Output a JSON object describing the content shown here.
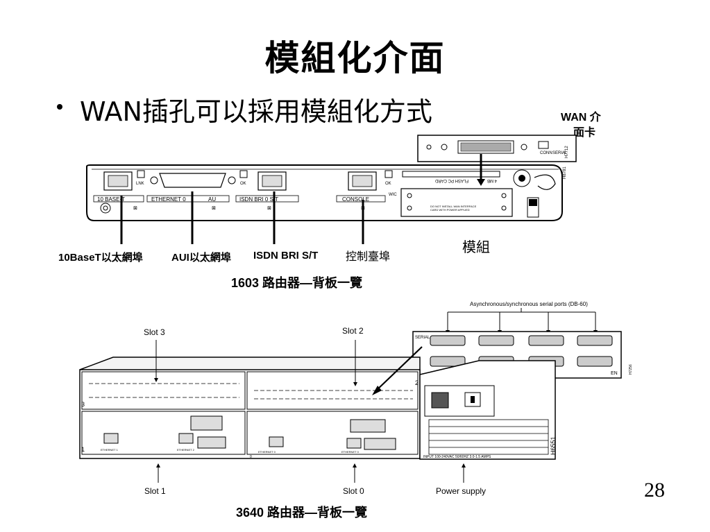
{
  "slide": {
    "title": "模組化介面",
    "bullet": "WAN插孔可以採用模組化方式",
    "page_number": "28"
  },
  "router1603": {
    "wan_card_label_line1": "WAN 介",
    "wan_card_label_line2": "面卡",
    "module_label": "模組",
    "callouts": [
      "10BaseT以太網埠",
      "AUI以太網埠",
      "ISDN BRI S/T",
      "控制臺埠"
    ],
    "caption": "1603 路由器—背板一覽",
    "panel_texts": {
      "port_10base": "10 BASE-T",
      "ethernet": "ETHERNET 0",
      "au": "AU",
      "isdn": "ISDN BRI 0 S/T",
      "console": "CONSOLE",
      "flash": "FLASH PC CARD",
      "mb": "4 MB",
      "ok1": "OK",
      "ok2": "OK",
      "ok3": "OK",
      "lnk": "LNK",
      "wic": "WIC",
      "conn": "CONN",
      "serial": "SERIAL",
      "wic_note_1": "DO NOT INSTALL WAN INTERFACE",
      "wic_note_2": "CARD WITH POWER APPLIED",
      "part_a": "H7712",
      "part_b": "H8781"
    }
  },
  "router3640": {
    "async_label": "Asynchronous/synchronous serial ports (DB-60)",
    "slot3": "Slot 3",
    "slot2": "Slot 2",
    "slot1": "Slot 1",
    "slot0": "Slot 0",
    "power_supply": "Power supply",
    "caption": "3640 路由器—背板一覽",
    "figure_id": "H6551",
    "serial_card_id": "H7256",
    "serial_as": "SERIAL A/S",
    "en": "EN",
    "input_rating": "INPUT 100-240VAC 50/60HZ 3.0-1.5 AMPS",
    "ethernet1": "ETHERNET 1",
    "ethernet2": "ETHERNET 2",
    "ethernet0": "ETHERNET 0",
    "ethernet0b": "ETHERNET 0",
    "slot_num_3": "3",
    "slot_num_2": "2",
    "slot_num_1": "1",
    "slot_num_0": "0"
  }
}
